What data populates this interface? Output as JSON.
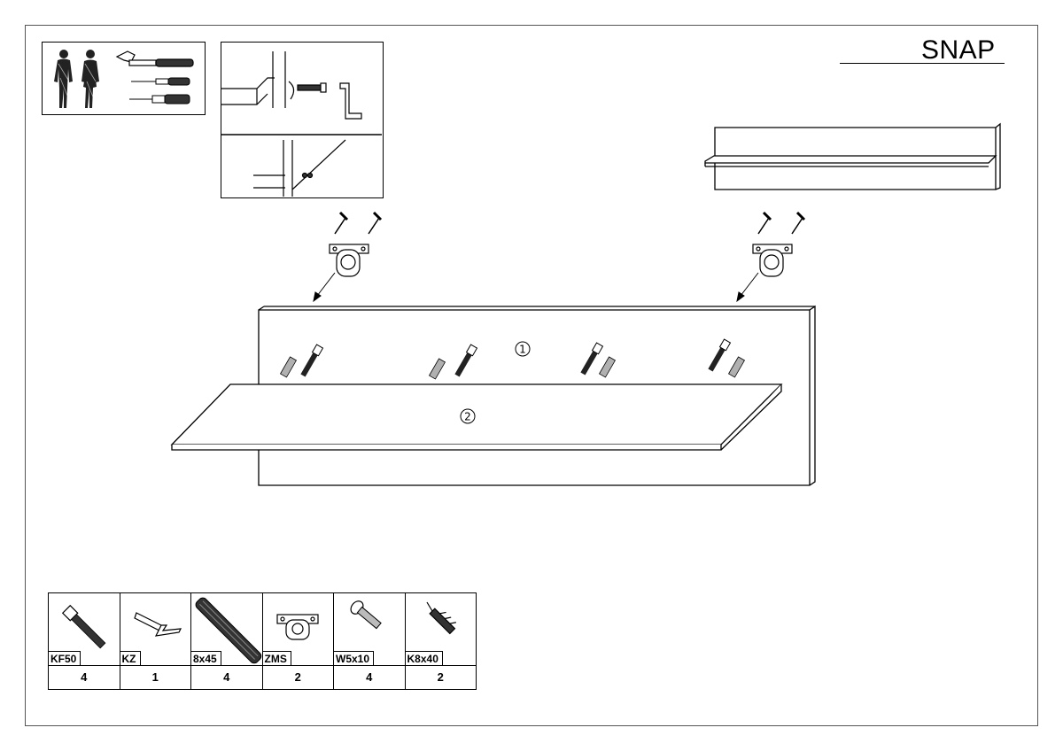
{
  "header": {
    "title": "SNAP"
  },
  "callouts": {
    "panel_back": "1",
    "panel_shelf": "2"
  },
  "parts": [
    {
      "code": "KF50",
      "qty": "4",
      "icon": "confirmat-screw-icon"
    },
    {
      "code": "KZ",
      "qty": "1",
      "icon": "hex-key-icon"
    },
    {
      "code": "8x45",
      "qty": "4",
      "icon": "wooden-dowel-icon"
    },
    {
      "code": "ZMS",
      "qty": "2",
      "icon": "hanging-bracket-icon"
    },
    {
      "code": "W5x10",
      "qty": "4",
      "icon": "wood-screw-icon"
    },
    {
      "code": "K8x40",
      "qty": "2",
      "icon": "wall-plug-icon"
    }
  ],
  "colors": {
    "line": "#000000",
    "dowel": "#b0b0b0",
    "background": "#ffffff"
  }
}
